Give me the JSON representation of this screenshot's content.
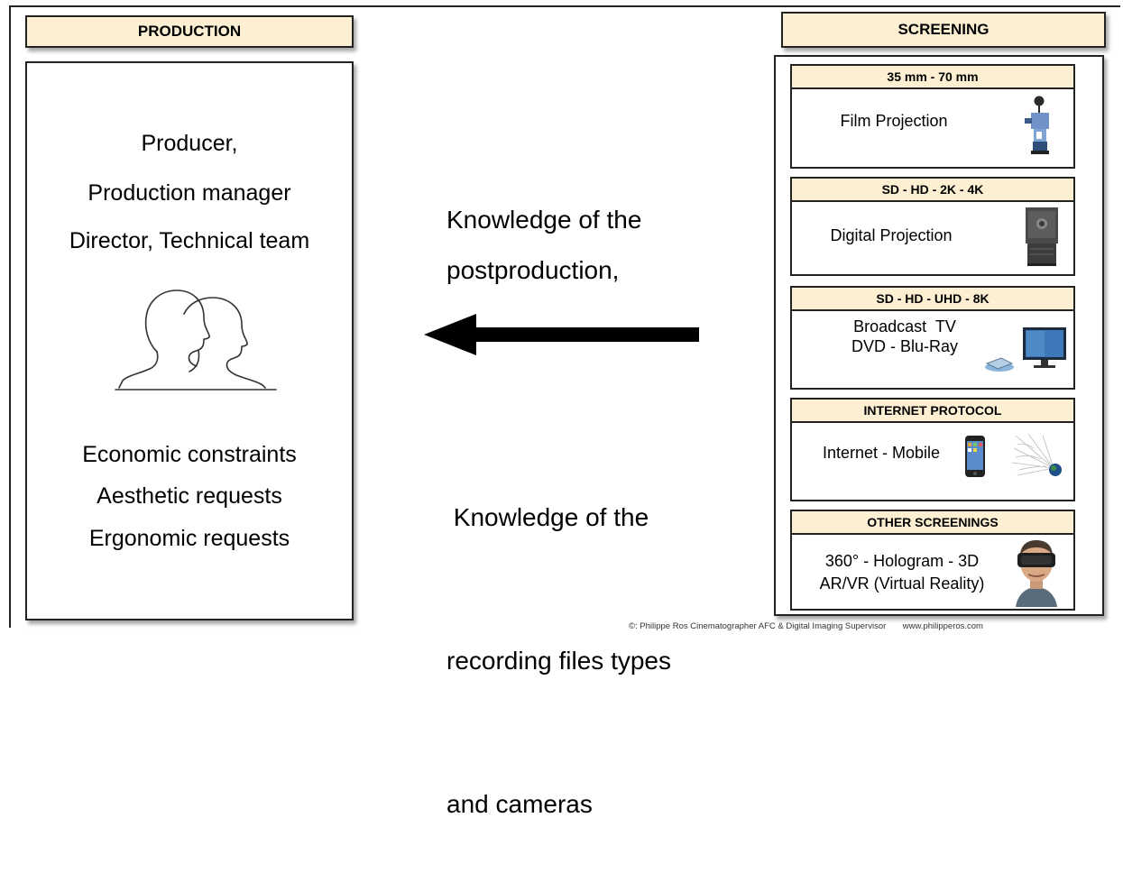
{
  "production": {
    "header": "PRODUCTION",
    "roles": [
      "Producer,",
      "Production manager",
      "Director, Technical team"
    ],
    "constraints": [
      "Economic constraints",
      "Aesthetic requests",
      "Ergonomic requests"
    ]
  },
  "middle": {
    "top_text": [
      "Knowledge of the",
      "postproduction,"
    ],
    "bottom_text": [
      " Knowledge of the",
      "recording files types",
      "and cameras"
    ]
  },
  "screening": {
    "header": "SCREENING",
    "sections": [
      {
        "title": "35 mm - 70 mm",
        "lines": [
          "Film Projection"
        ],
        "icon": "film-projector-icon"
      },
      {
        "title": "SD - HD - 2K - 4K",
        "lines": [
          "Digital Projection"
        ],
        "icon": "digital-projector-icon"
      },
      {
        "title": "SD - HD - UHD - 8K",
        "lines": [
          "Broadcast  TV",
          "DVD - Blu-Ray"
        ],
        "icon": "tv-dvd-icon"
      },
      {
        "title": "INTERNET PROTOCOL",
        "lines": [
          "Internet - Mobile"
        ],
        "icon": "phone-globe-icon"
      },
      {
        "title": "OTHER SCREENINGS",
        "lines": [
          "360° - Hologram - 3D",
          "AR/VR (Virtual Reality)"
        ],
        "icon": "vr-headset-icon"
      }
    ]
  },
  "copyright": "©: Philippe Ros Cinematographer AFC & Digital Imaging Supervisor       www.philipperos.com"
}
